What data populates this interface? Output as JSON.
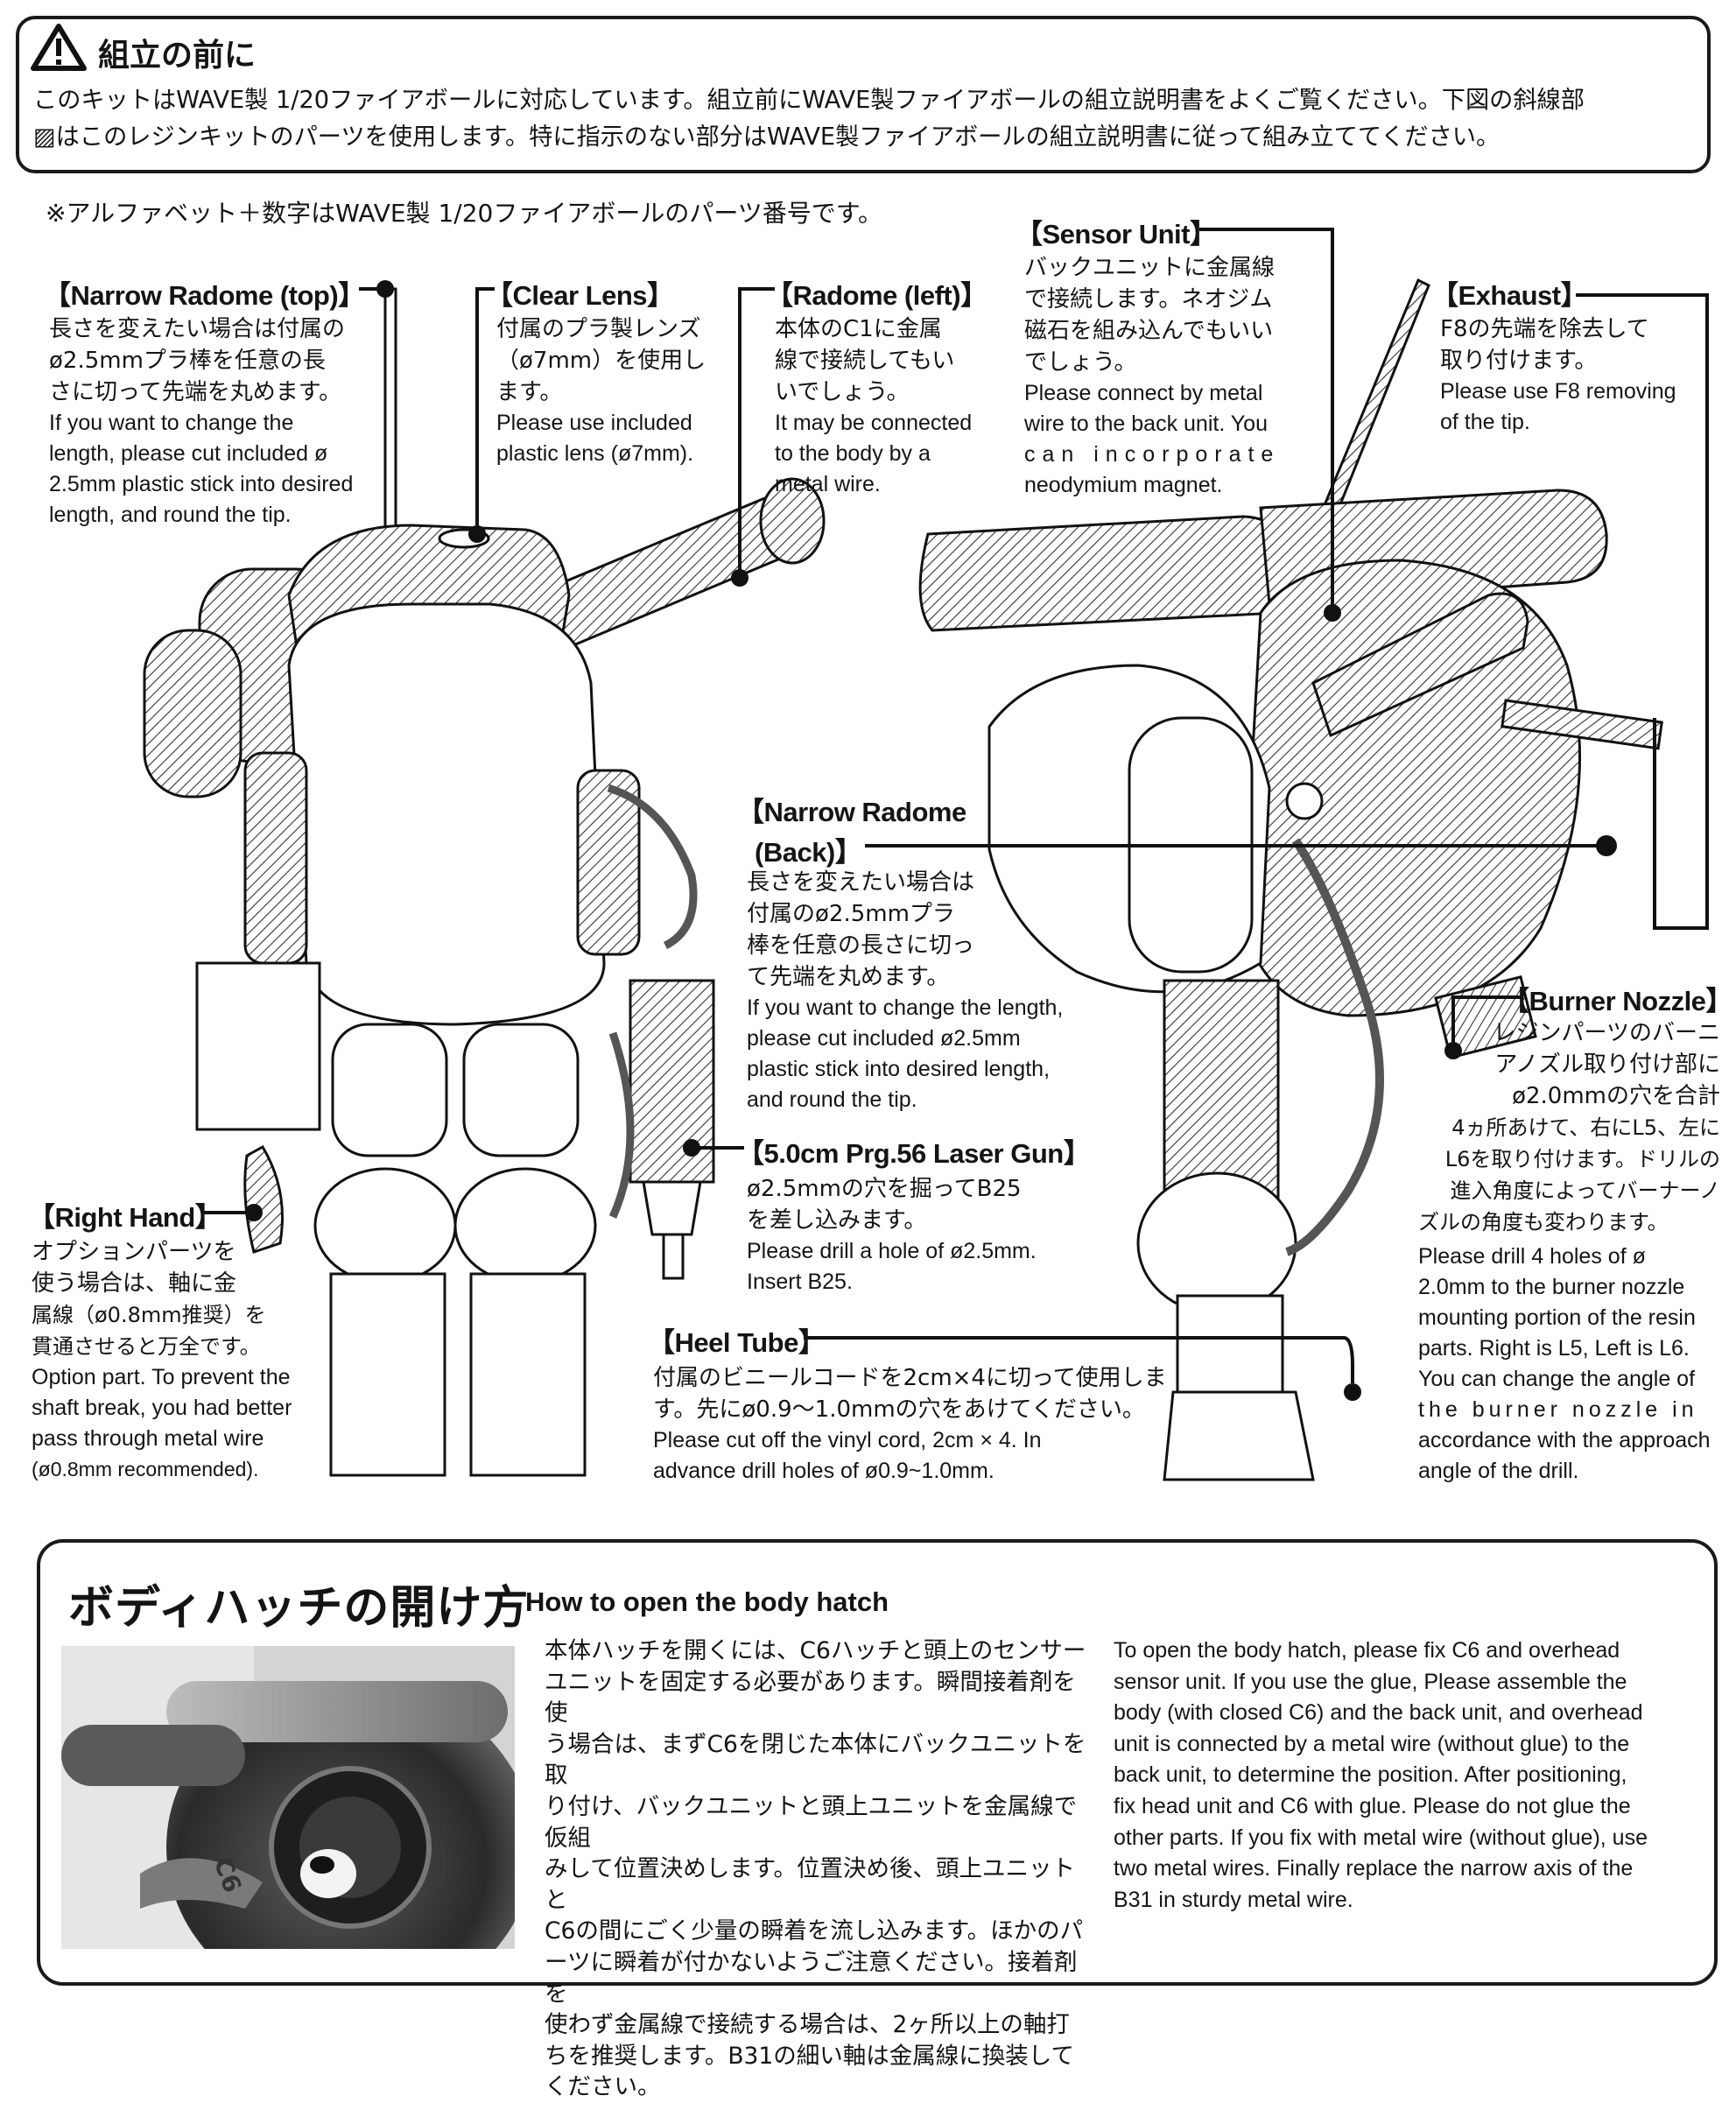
{
  "warning": {
    "icon": "warning-triangle-icon",
    "title": "組立の前に",
    "body_line1": "このキットはWAVE製 1/20ファイアボールに対応しています。組立前にWAVE製ファイアボールの組立説明書をよくご覧ください。下図の斜線部",
    "body_line2": "▨はこのレジンキットのパーツを使用します。特に指示のない部分はWAVE製ファイアボールの組立説明書に従って組み立ててください。"
  },
  "note": "※アルファベット＋数字はWAVE製 1/20ファイアボールのパーツ番号です。",
  "callouts": {
    "narrow_radome_top": {
      "title": "【Narrow Radome (top)】",
      "ja": [
        "長さを変えたい場合は付属の",
        "ø2.5mmプラ棒を任意の長",
        "さに切って先端を丸めます。"
      ],
      "en": [
        "If you want to change the",
        "length, please cut included ø",
        "2.5mm plastic stick into desired",
        "length, and round the tip."
      ]
    },
    "clear_lens": {
      "title": "【Clear Lens】",
      "ja": [
        "付属のプラ製レンズ",
        "（ø7mm）を使用し",
        "ます。"
      ],
      "en": [
        "Please use included",
        "plastic lens (ø7mm)."
      ]
    },
    "radome_left": {
      "title": "【Radome (left)】",
      "ja": [
        "本体のC1に金属",
        "線で接続してもい",
        "いでしょう。"
      ],
      "en": [
        "It may be connected",
        "to the body by a",
        "metal wire."
      ]
    },
    "sensor_unit": {
      "title": "【Sensor Unit】",
      "ja": [
        "バックユニットに金属線",
        "で接続します。ネオジム",
        "磁石を組み込んでもいい",
        "でしょう。"
      ],
      "en": [
        "Please connect by metal",
        "wire to the back unit. You",
        "can incorporate",
        "neodymium magnet."
      ]
    },
    "exhaust": {
      "title": "【Exhaust】",
      "ja": [
        "F8の先端を除去して",
        "取り付けます。"
      ],
      "en": [
        "Please use F8 removing",
        "of the tip."
      ]
    },
    "narrow_radome_back": {
      "title1": "【Narrow Radome",
      "title2": "(Back)】",
      "ja": [
        "長さを変えたい場合は",
        "付属のø2.5mmプラ",
        "棒を任意の長さに切っ",
        "て先端を丸めます。"
      ],
      "en": [
        "If you want to change the length,",
        "please cut included ø2.5mm",
        "plastic stick into desired length,",
        "and round the tip."
      ]
    },
    "burner_nozzle": {
      "title": "【Burner Nozzle】",
      "ja": [
        "レジンパーツのバーニ",
        "アノズル取り付け部に",
        "ø2.0mmの穴を合計",
        "4ヵ所あけて、右にL5、左に",
        "L6を取り付けます。ドリルの",
        "進入角度によってバーナーノ",
        "ズルの角度も変わります。"
      ],
      "en": [
        "Please drill 4 holes of ø",
        "2.0mm to the burner nozzle",
        "mounting portion of the resin",
        "parts. Right is L5, Left is L6.",
        "You can change the angle of",
        "the burner nozzle in",
        "accordance with the approach",
        "angle of the drill."
      ]
    },
    "laser_gun": {
      "title": "【5.0cm Prg.56 Laser Gun】",
      "ja": [
        "ø2.5mmの穴を掘ってB25",
        "を差し込みます。"
      ],
      "en": [
        "Please drill a hole of ø2.5mm.",
        "Insert B25."
      ]
    },
    "right_hand": {
      "title": "【Right Hand】",
      "ja": [
        "オプションパーツを",
        "使う場合は、軸に金",
        "属線（ø0.8mm推奨）を",
        "貫通させると万全です。"
      ],
      "en": [
        "Option part. To prevent the",
        "shaft break, you had better",
        "pass through metal wire",
        "(ø0.8mm recommended)."
      ]
    },
    "heel_tube": {
      "title": "【Heel Tube】",
      "ja": [
        "付属のビニールコードを2cm×4に切って使用しま",
        "す。先にø0.9～1.0mmの穴をあけてください。"
      ],
      "en": [
        "Please cut off the vinyl cord, 2cm × 4. In",
        "advance drill holes of ø0.9~1.0mm."
      ]
    }
  },
  "hatch": {
    "title_ja": "ボディハッチの開け方",
    "title_en": "How to open the body hatch",
    "ja": [
      "本体ハッチを開くには、C6ハッチと頭上のセンサー",
      "ユニットを固定する必要があります。瞬間接着剤を使",
      "う場合は、まずC6を閉じた本体にバックユニットを取",
      "り付け、バックユニットと頭上ユニットを金属線で仮組",
      "みして位置決めします。位置決め後、頭上ユニットと",
      "C6の間にごく少量の瞬着を流し込みます。ほかのパ",
      "ーツに瞬着が付かないようご注意ください。接着剤を",
      "使わず金属線で接続する場合は、2ヶ所以上の軸打",
      "ちを推奨します。B31の細い軸は金属線に換装して",
      "ください。"
    ],
    "en": [
      "To open the body hatch, please fix C6 and overhead",
      "sensor unit. If you use the glue, Please assemble the",
      "body (with closed C6) and the back unit, and overhead",
      "unit is connected by a metal wire (without glue) to the",
      "back unit, to determine the position. After positioning,",
      "fix head unit and C6 with glue. Please do not glue the",
      "other parts. If you fix with metal wire (without glue), use",
      "two metal wires. Finally replace the narrow axis of the",
      "B31 in sturdy metal wire."
    ],
    "photo_label": "C6"
  }
}
